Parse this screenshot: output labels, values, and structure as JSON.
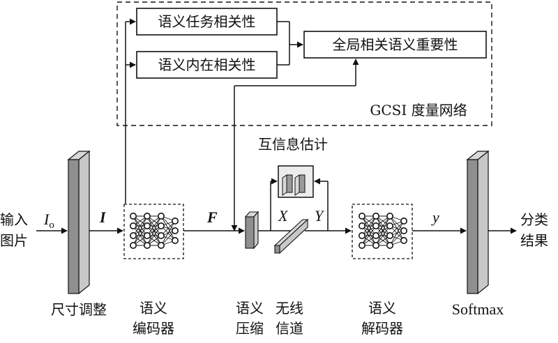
{
  "gcsi": {
    "task_relevance": "语义任务相关性",
    "intrinsic_relevance": "语义内在相关性",
    "global_importance": "全局相关语义重要性",
    "network_label": "GCSI 度量网络"
  },
  "mi_estimation_label": "互信息估计",
  "input": {
    "line1": "输入",
    "line2": "图片"
  },
  "output": {
    "line1": "分类",
    "line2": "结果"
  },
  "signals": {
    "i_o": "I",
    "i_o_sub": "o",
    "i": "I",
    "f": "F",
    "x": "X",
    "y_cap": "Y",
    "y_small": "y"
  },
  "modules": {
    "resize": "尺寸调整",
    "encoder": {
      "line1": "语义",
      "line2": "编码器"
    },
    "compress": {
      "line1": "语义",
      "line2": "压缩"
    },
    "channel": {
      "line1": "无线",
      "line2": "信道"
    },
    "decoder": {
      "line1": "语义",
      "line2": "解码器"
    },
    "softmax": "Softmax"
  },
  "colors": {
    "block_fill": "#8f8f8f",
    "block_side": "#c8c8c8",
    "block_top": "#d8d8d8",
    "line": "#111111"
  }
}
